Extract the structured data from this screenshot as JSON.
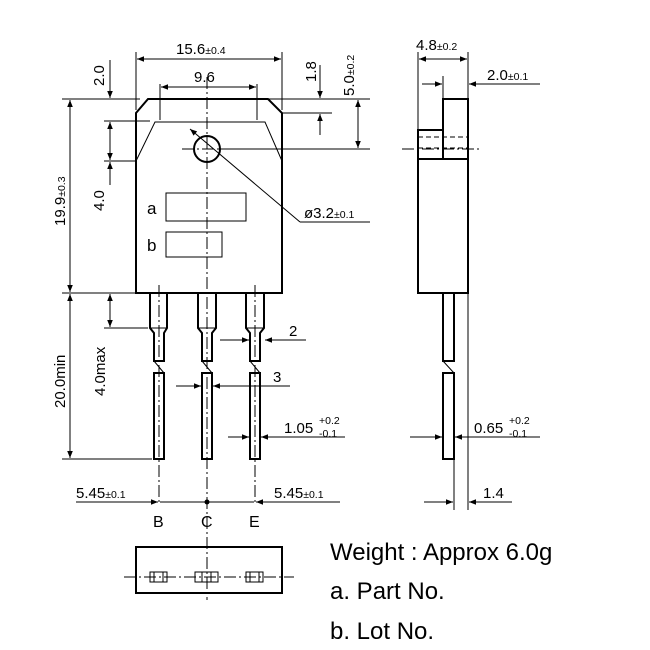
{
  "dimensions": {
    "body_width": {
      "value": "15.6",
      "tol": "±0.4"
    },
    "hole_spacing": "9.6",
    "top_offset": "2.0",
    "chamfer": "1.8",
    "hole_depth": {
      "value": "5.0",
      "tol": "±0.2"
    },
    "hole_dia": {
      "value": "ø3.2",
      "tol": "±0.1"
    },
    "body_height": {
      "value": "19.9",
      "tol": "±0.3"
    },
    "hole_height": "4.0",
    "lead_length": "20.0min",
    "shoulder": "4.0max",
    "lead_width_wide": "2",
    "lead_width_narrow": "3",
    "lead_thickness": {
      "value": "1.05",
      "tol_plus": "+0.2",
      "tol_minus": "-0.1"
    },
    "pitch_left": {
      "value": "5.45",
      "tol": "±0.1"
    },
    "pitch_right": {
      "value": "5.45",
      "tol": "±0.1"
    },
    "side_thickness": {
      "value": "4.8",
      "tol": "±0.2"
    },
    "tab_thickness": {
      "value": "2.0",
      "tol": "±0.1"
    },
    "side_lead_thickness": {
      "value": "0.65",
      "tol_plus": "+0.2",
      "tol_minus": "-0.1"
    },
    "side_lead_offset": "1.4"
  },
  "marking": {
    "a": "a",
    "b": "b"
  },
  "pins": [
    "B",
    "C",
    "E"
  ],
  "notes": {
    "weight": "Weight : Approx 6.0g",
    "a": "a. Part No.",
    "b": "b. Lot No."
  }
}
